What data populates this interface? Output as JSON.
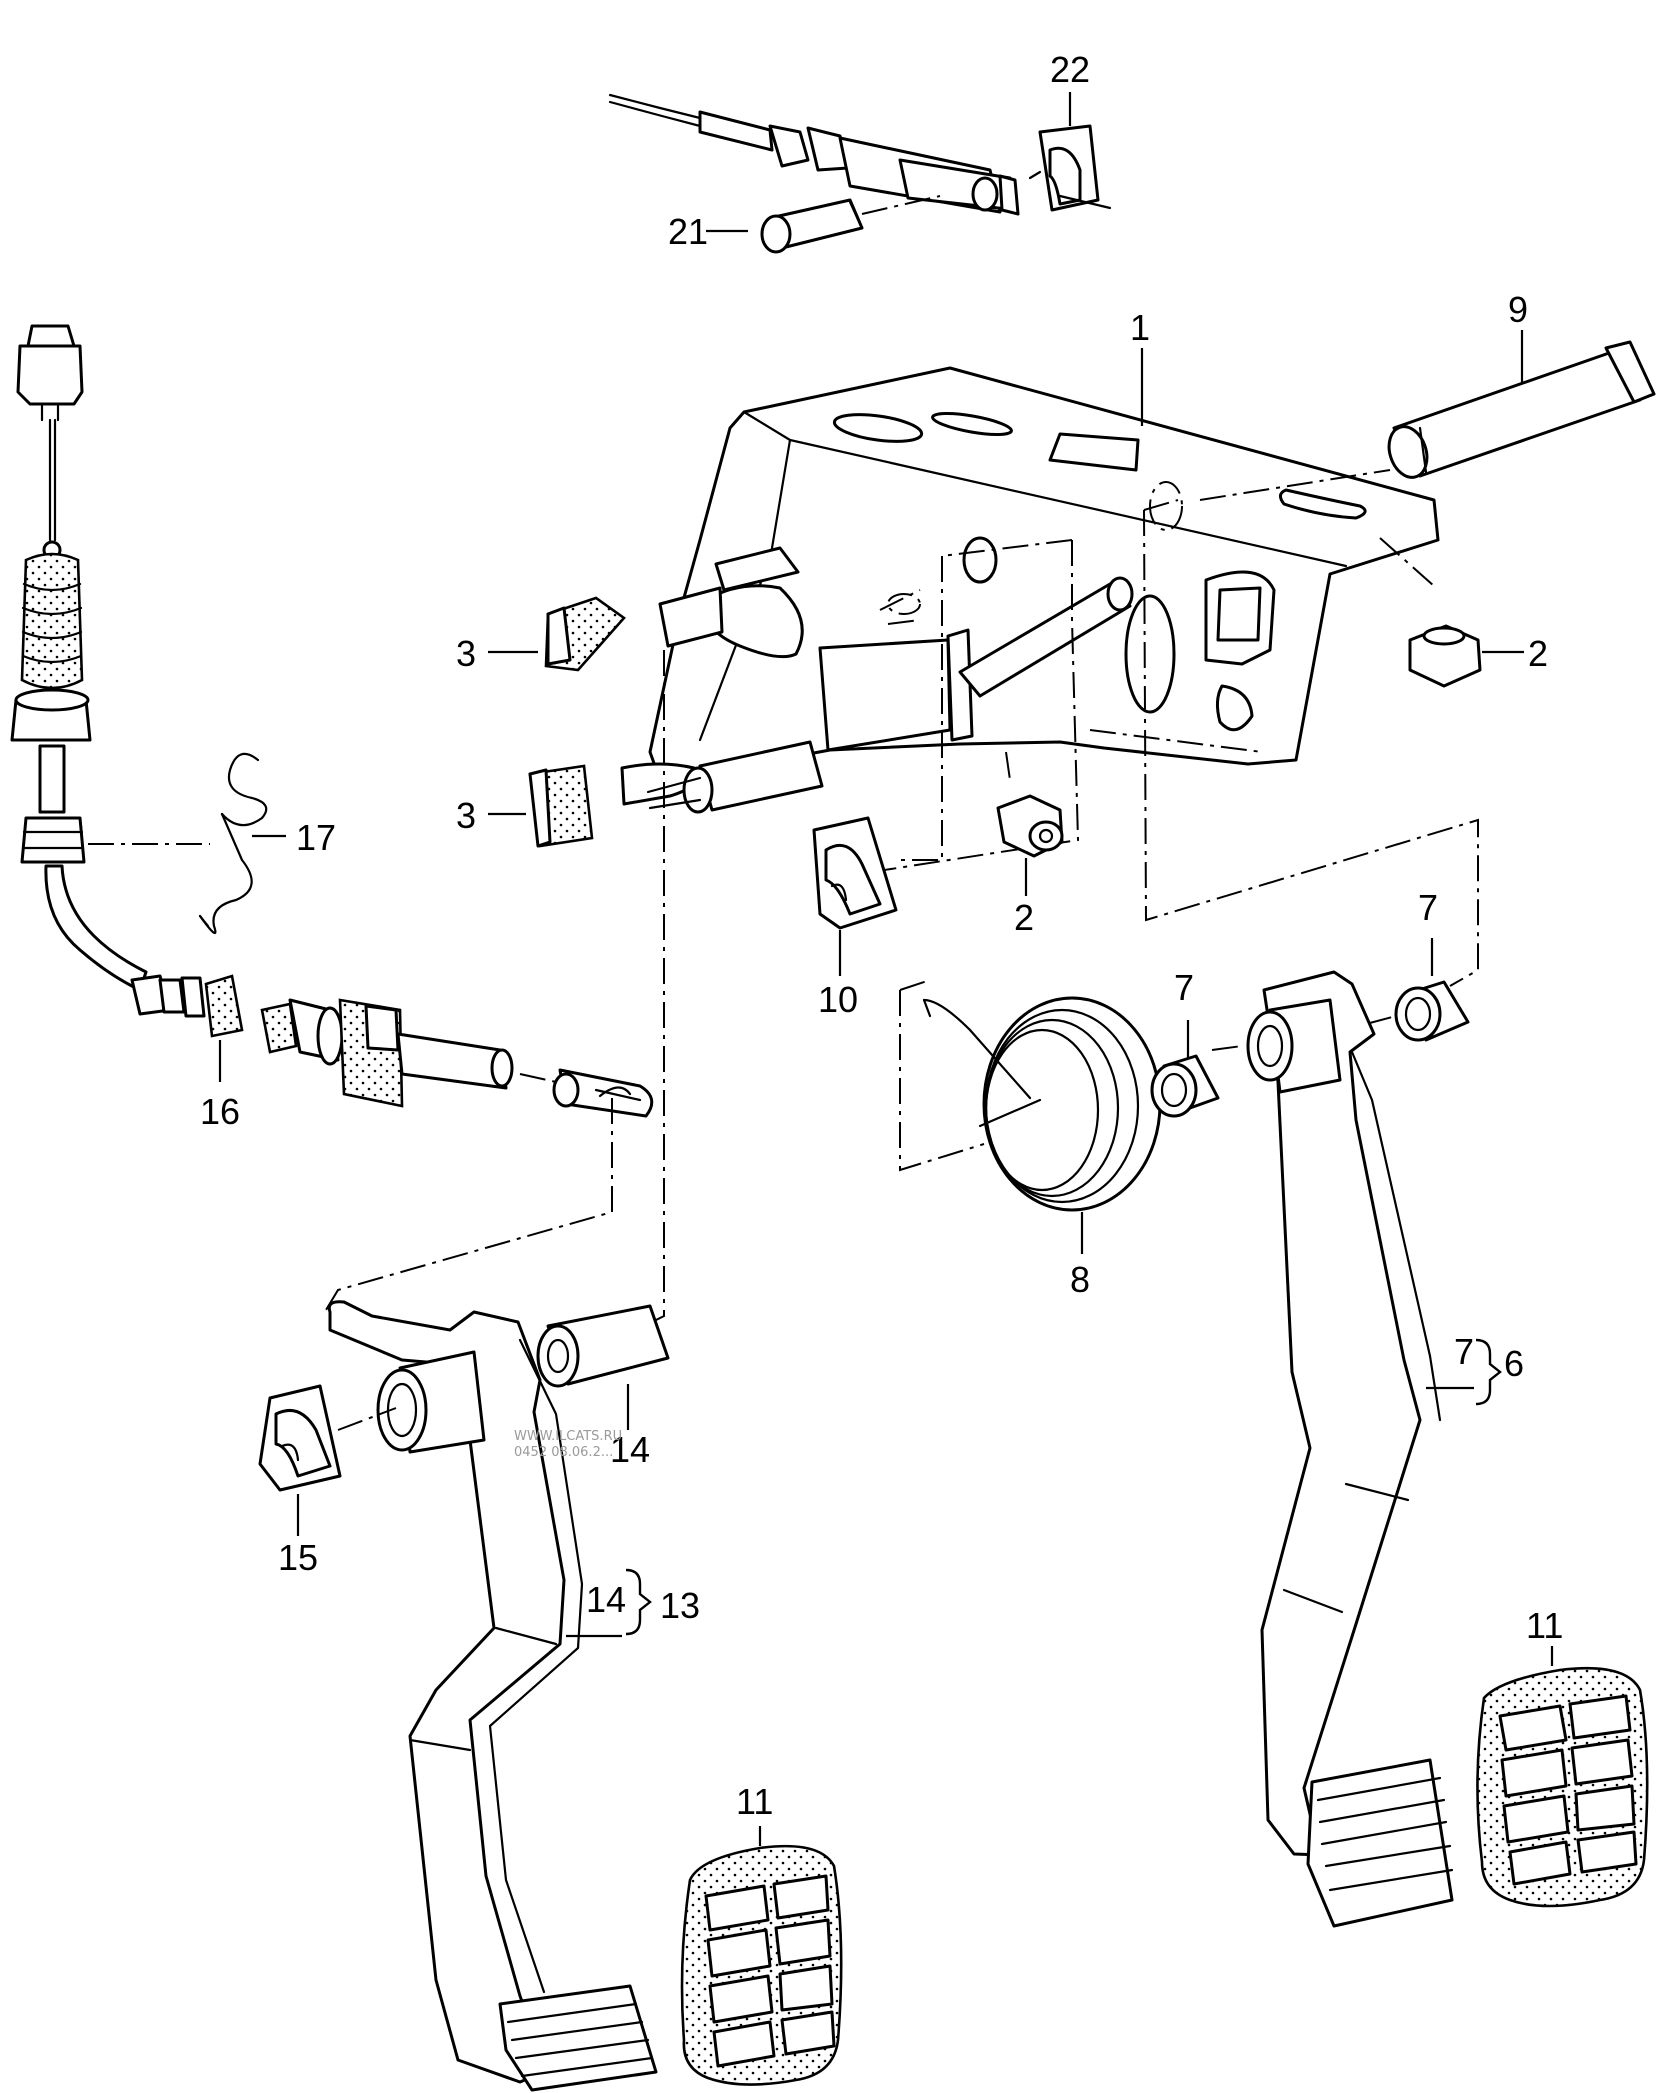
{
  "callouts": {
    "c1": "1",
    "c2a": "2",
    "c2b": "2",
    "c3a": "3",
    "c3b": "3",
    "c6": "6",
    "c7a": "7",
    "c7b": "7",
    "c7c": "7",
    "c8": "8",
    "c9": "9",
    "c10": "10",
    "c11a": "11",
    "c11b": "11",
    "c13": "13",
    "c14a": "14",
    "c14b": "14",
    "c15": "15",
    "c16": "16",
    "c17": "17",
    "c21": "21",
    "c22": "22"
  },
  "watermark": {
    "line1": "WWW.ILCATS.RU",
    "line2": "0452 08.06.2..."
  }
}
